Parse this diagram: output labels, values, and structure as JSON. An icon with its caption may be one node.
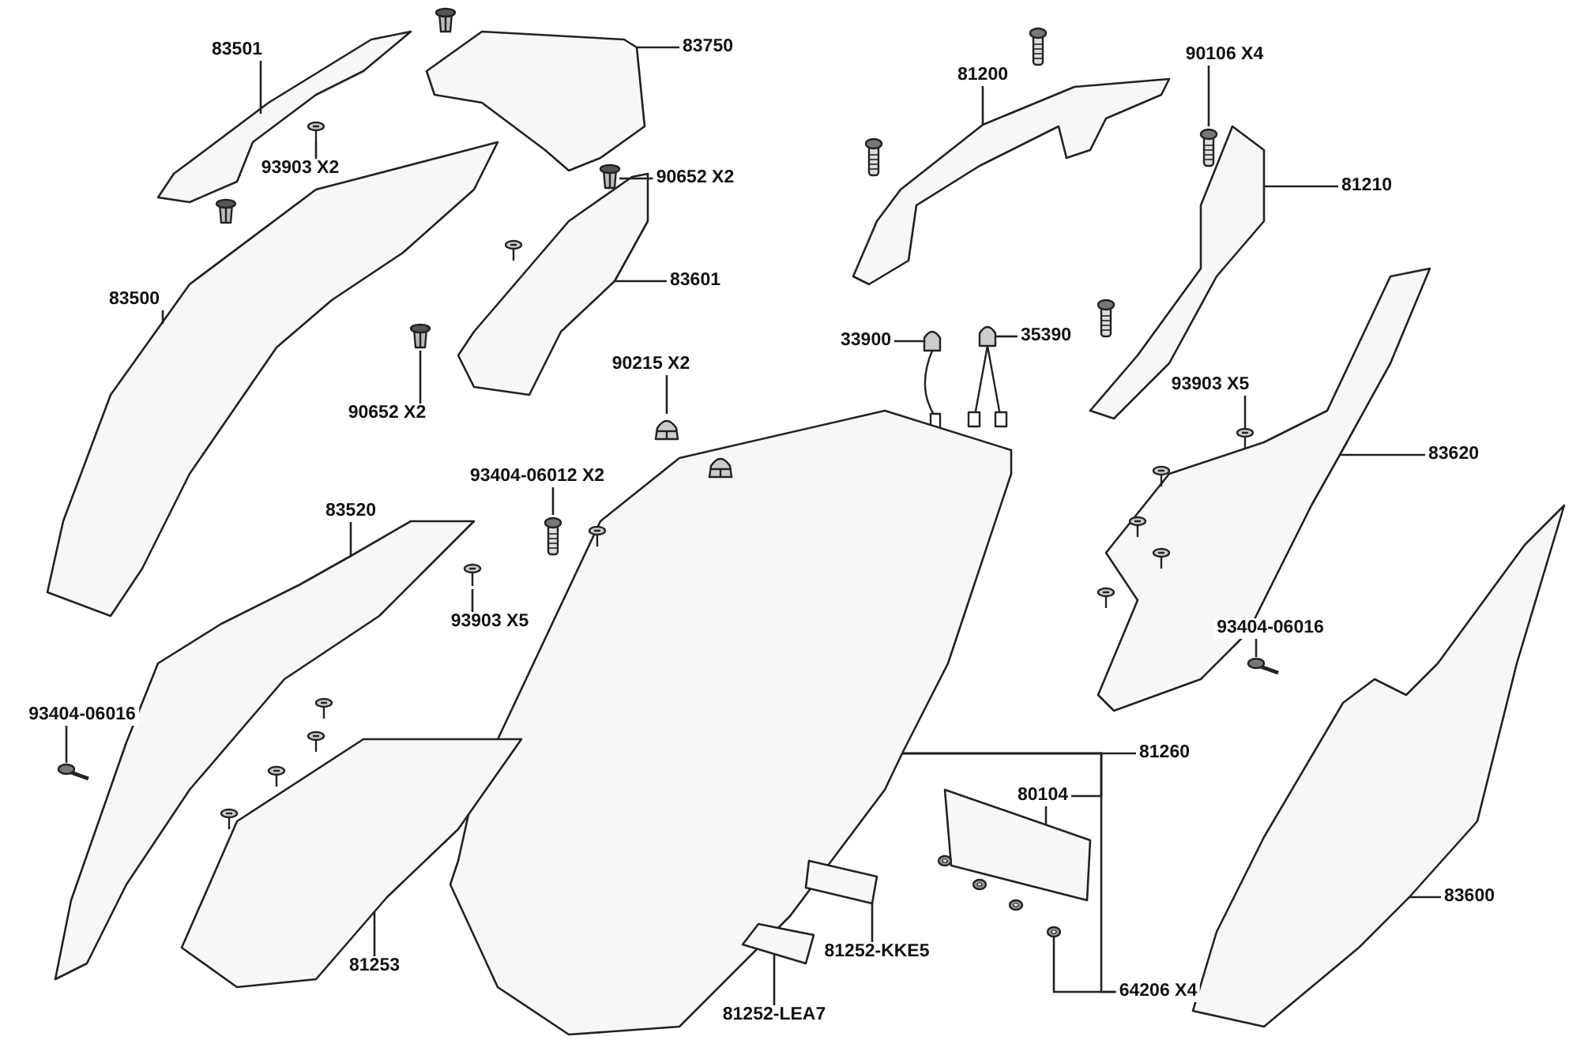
{
  "diagram": {
    "nodes": [
      {
        "text": [
          "83501"
        ]
      },
      {
        "text": [
          "83750"
        ]
      },
      {
        "text": [
          "93903 X2"
        ]
      },
      {
        "text": [
          "90652 X2"
        ]
      },
      {
        "text": [
          "83601"
        ]
      },
      {
        "text": [
          "83500"
        ]
      },
      {
        "text": [
          "90652 X2"
        ]
      },
      {
        "text": [
          "90215 X2"
        ]
      },
      {
        "text": [
          "81200"
        ]
      },
      {
        "text": [
          "90106 X4"
        ]
      },
      {
        "text": [
          "81210"
        ]
      },
      {
        "text": [
          "33900"
        ]
      },
      {
        "text": [
          "35390"
        ]
      },
      {
        "text": [
          "93903 X5"
        ]
      },
      {
        "text": [
          "83620"
        ]
      },
      {
        "text": [
          "93404-06012 X2"
        ]
      },
      {
        "text": [
          "83520"
        ]
      },
      {
        "text": [
          "93903 X5"
        ]
      },
      {
        "text": [
          "93404-06016"
        ]
      },
      {
        "text": [
          "93404-06016"
        ]
      },
      {
        "text": [
          "81260"
        ]
      },
      {
        "text": [
          "80104"
        ]
      },
      {
        "text": [
          "83600"
        ]
      },
      {
        "text": [
          "81252-KKE5"
        ]
      },
      {
        "text": [
          "81253"
        ]
      },
      {
        "text": [
          "81252-LEA7"
        ]
      },
      {
        "text": [
          "64206 X4"
        ]
      },
      {
        "text": [],
        "shape": "picture"
      },
      {
        "text": [],
        "shape": "picture"
      },
      {
        "text": [],
        "shape": "picture"
      },
      {
        "text": [],
        "shape": "picture"
      },
      {
        "text": [],
        "shape": "picture"
      },
      {
        "text": [],
        "shape": "picture"
      },
      {
        "text": [],
        "shape": "picture"
      },
      {
        "text": [],
        "shape": "picture"
      },
      {
        "text": [],
        "shape": "picture"
      },
      {
        "text": [],
        "shape": "picture"
      },
      {
        "text": [],
        "shape": "picture"
      },
      {
        "text": [],
        "shape": "picture"
      },
      {
        "text": [],
        "shape": "picture"
      },
      {
        "text": [],
        "shape": "picture"
      },
      {
        "text": [],
        "shape": "picture"
      },
      {
        "text": [],
        "shape": "picture"
      },
      {
        "text": [],
        "shape": "picture"
      },
      {
        "text": [],
        "shape": "picture"
      },
      {
        "text": [],
        "shape": "picture"
      },
      {
        "text": [],
        "shape": "picture"
      },
      {
        "text": [],
        "shape": "picture"
      },
      {
        "text": [],
        "shape": "picture"
      },
      {
        "text": [],
        "shape": "picture"
      },
      {
        "text": [],
        "shape": "picture"
      },
      {
        "text": [],
        "shape": "picture"
      },
      {
        "text": [],
        "shape": "picture"
      },
      {
        "text": [],
        "shape": "picture"
      }
    ],
    "edges": [
      {
        "from": 0,
        "to": 27,
        "arrow": "none"
      },
      {
        "from": 1,
        "to": 28,
        "arrow": "none"
      },
      {
        "from": 2,
        "to": 29,
        "arrow": "none"
      },
      {
        "from": 3,
        "to": 30,
        "arrow": "none"
      },
      {
        "from": 4,
        "to": 31,
        "arrow": "none"
      },
      {
        "from": 5,
        "to": 32,
        "arrow": "none"
      },
      {
        "from": 6,
        "to": 33,
        "arrow": "none"
      },
      {
        "from": 7,
        "to": 34,
        "arrow": "none"
      },
      {
        "from": 8,
        "to": 35,
        "arrow": "none"
      },
      {
        "from": 9,
        "to": 36,
        "arrow": "none"
      },
      {
        "from": 10,
        "to": 37,
        "arrow": "none"
      },
      {
        "from": 11,
        "to": 38,
        "arrow": "none"
      },
      {
        "from": 12,
        "to": 39,
        "arrow": "none"
      },
      {
        "from": 13,
        "to": 40,
        "arrow": "none"
      },
      {
        "from": 14,
        "to": 41,
        "arrow": "none"
      },
      {
        "from": 15,
        "to": 42,
        "arrow": "none"
      },
      {
        "from": 16,
        "to": 43,
        "arrow": "none"
      },
      {
        "from": 17,
        "to": 44,
        "arrow": "none"
      },
      {
        "from": 18,
        "to": 45,
        "arrow": "none"
      },
      {
        "from": 19,
        "to": 46,
        "arrow": "none"
      },
      {
        "from": 20,
        "to": 47,
        "arrow": "none"
      },
      {
        "from": 21,
        "to": 48,
        "arrow": "none"
      },
      {
        "from": 22,
        "to": 49,
        "arrow": "none"
      },
      {
        "from": 23,
        "to": 50,
        "arrow": "none"
      },
      {
        "from": 24,
        "to": 51,
        "arrow": "none"
      },
      {
        "from": 25,
        "to": 52,
        "arrow": "none"
      },
      {
        "from": 26,
        "to": 53,
        "arrow": "none"
      },
      {
        "from": 21,
        "to": 47,
        "arrow": "none"
      },
      {
        "from": 26,
        "to": 47,
        "arrow": "none"
      }
    ]
  }
}
